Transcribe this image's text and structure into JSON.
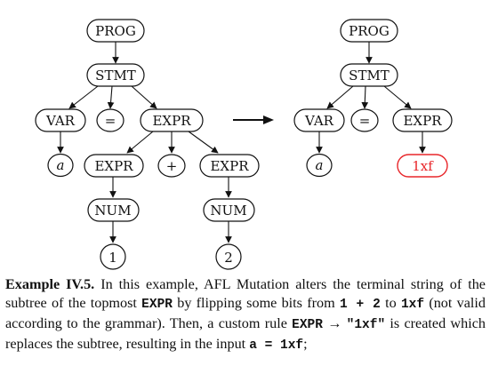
{
  "figure": {
    "left_tree": {
      "root": "PROG",
      "stmt": "STMT",
      "var": "VAR",
      "eq": "=",
      "expr": "EXPR",
      "var_value": "a",
      "sub_expr_left": "EXPR",
      "plus": "+",
      "sub_expr_right": "EXPR",
      "num_left": "NUM",
      "num_right": "NUM",
      "digit_left": "1",
      "digit_right": "2"
    },
    "right_tree": {
      "root": "PROG",
      "stmt": "STMT",
      "var": "VAR",
      "eq": "=",
      "expr": "EXPR",
      "var_value": "a",
      "mutated": "1xf"
    },
    "colors": {
      "mutated": "#e8262a",
      "ink": "#111111"
    }
  },
  "caption": {
    "label": "Example IV.5.",
    "t1": " In this example, AFL Mutation alters the terminal string of the subtree of the topmost ",
    "c1": "EXPR",
    "t2": " by flipping some bits from ",
    "c2": "1 + 2",
    "t3": " to ",
    "c3": "1xf",
    "t4": " (not valid according to the grammar). Then, a custom rule ",
    "c4": "EXPR",
    "arrow": " → ",
    "c5": "\"1xf\"",
    "t5": " is created which replaces the subtree, resulting in the input ",
    "c6": "a = 1xf",
    "t6": ";"
  }
}
